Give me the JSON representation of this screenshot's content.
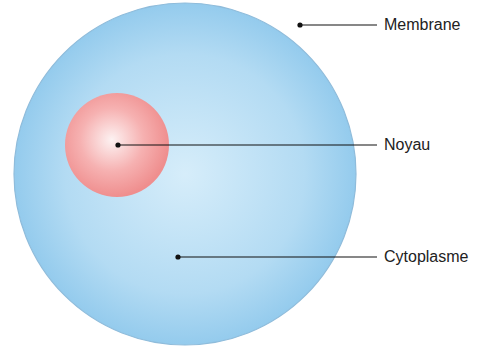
{
  "diagram": {
    "labels": [
      "Membrane",
      "Noyau",
      "Cytoplasme"
    ]
  }
}
